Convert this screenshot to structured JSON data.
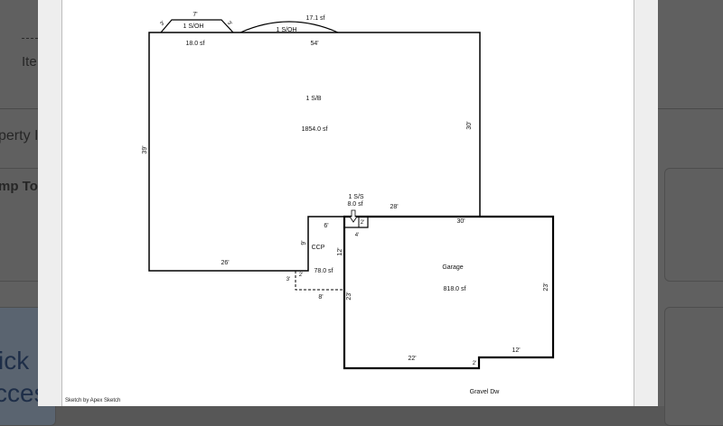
{
  "background": {
    "item_stub": "Ite",
    "property_stub": "perty I",
    "ump_stub": "mp To",
    "quick_stub": "ick",
    "access_stub": "cces"
  },
  "sketch": {
    "footer": "Sketch by Apex Sketch",
    "areas": {
      "main": {
        "code": "1 S/B",
        "area": "1854.0 sf"
      },
      "overhang_left": {
        "code": "1 S/OH",
        "area": "18.0 sf"
      },
      "overhang_right": {
        "code": "1 S/OH",
        "area": "17.1 sf"
      },
      "stoop": {
        "code": "1 S/S",
        "area": "8.0 sf"
      },
      "carport": {
        "code": "CCP",
        "area": "78.0 sf"
      },
      "garage": {
        "code": "Garage",
        "area": "818.0 sf"
      }
    },
    "dimensions": {
      "oh_top": "7'",
      "oh_left_side": "3'",
      "oh_right_side": "3'",
      "top": "54'",
      "left": "39'",
      "right": "30'",
      "bottom": "26'",
      "ell_top": "28'",
      "stoop_w": "2'",
      "stoop_h": "4'",
      "ccp_top": "6'",
      "ccp_side": "9'",
      "ccp_inner": "12'",
      "ccp_small": "2'",
      "dashed_side": "3'",
      "dashed_bottom": "8'",
      "garage_top": "30'",
      "garage_left": "23'",
      "garage_right": "23'",
      "garage_bottom_left": "22'",
      "garage_notch": "2'",
      "garage_bottom_right": "12'"
    },
    "driveway": "Gravel Dw"
  }
}
